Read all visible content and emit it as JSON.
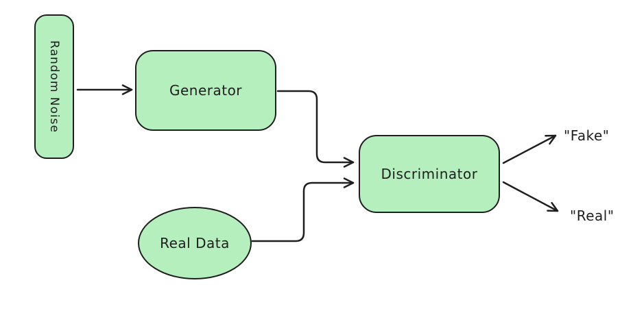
{
  "diagram": {
    "type": "flowchart",
    "style": "hand-drawn",
    "colors": {
      "node_fill": "#b5efbe",
      "stroke": "#1e1e1e",
      "background": "#ffffff",
      "text": "#1e1e1e"
    },
    "nodes": {
      "random_noise": {
        "label": "Random Noise",
        "shape": "rounded-rectangle-vertical"
      },
      "generator": {
        "label": "Generator",
        "shape": "rounded-rectangle"
      },
      "discriminator": {
        "label": "Discriminator",
        "shape": "rounded-rectangle"
      },
      "real_data": {
        "label": "Real Data",
        "shape": "ellipse"
      }
    },
    "outputs": {
      "fake": {
        "label": "\"Fake\""
      },
      "real": {
        "label": "\"Real\""
      }
    },
    "edges": [
      {
        "from": "Random Noise",
        "to": "Generator"
      },
      {
        "from": "Generator",
        "to": "Discriminator"
      },
      {
        "from": "Real Data",
        "to": "Discriminator"
      },
      {
        "from": "Discriminator",
        "to": "\"Fake\""
      },
      {
        "from": "Discriminator",
        "to": "\"Real\""
      }
    ]
  }
}
